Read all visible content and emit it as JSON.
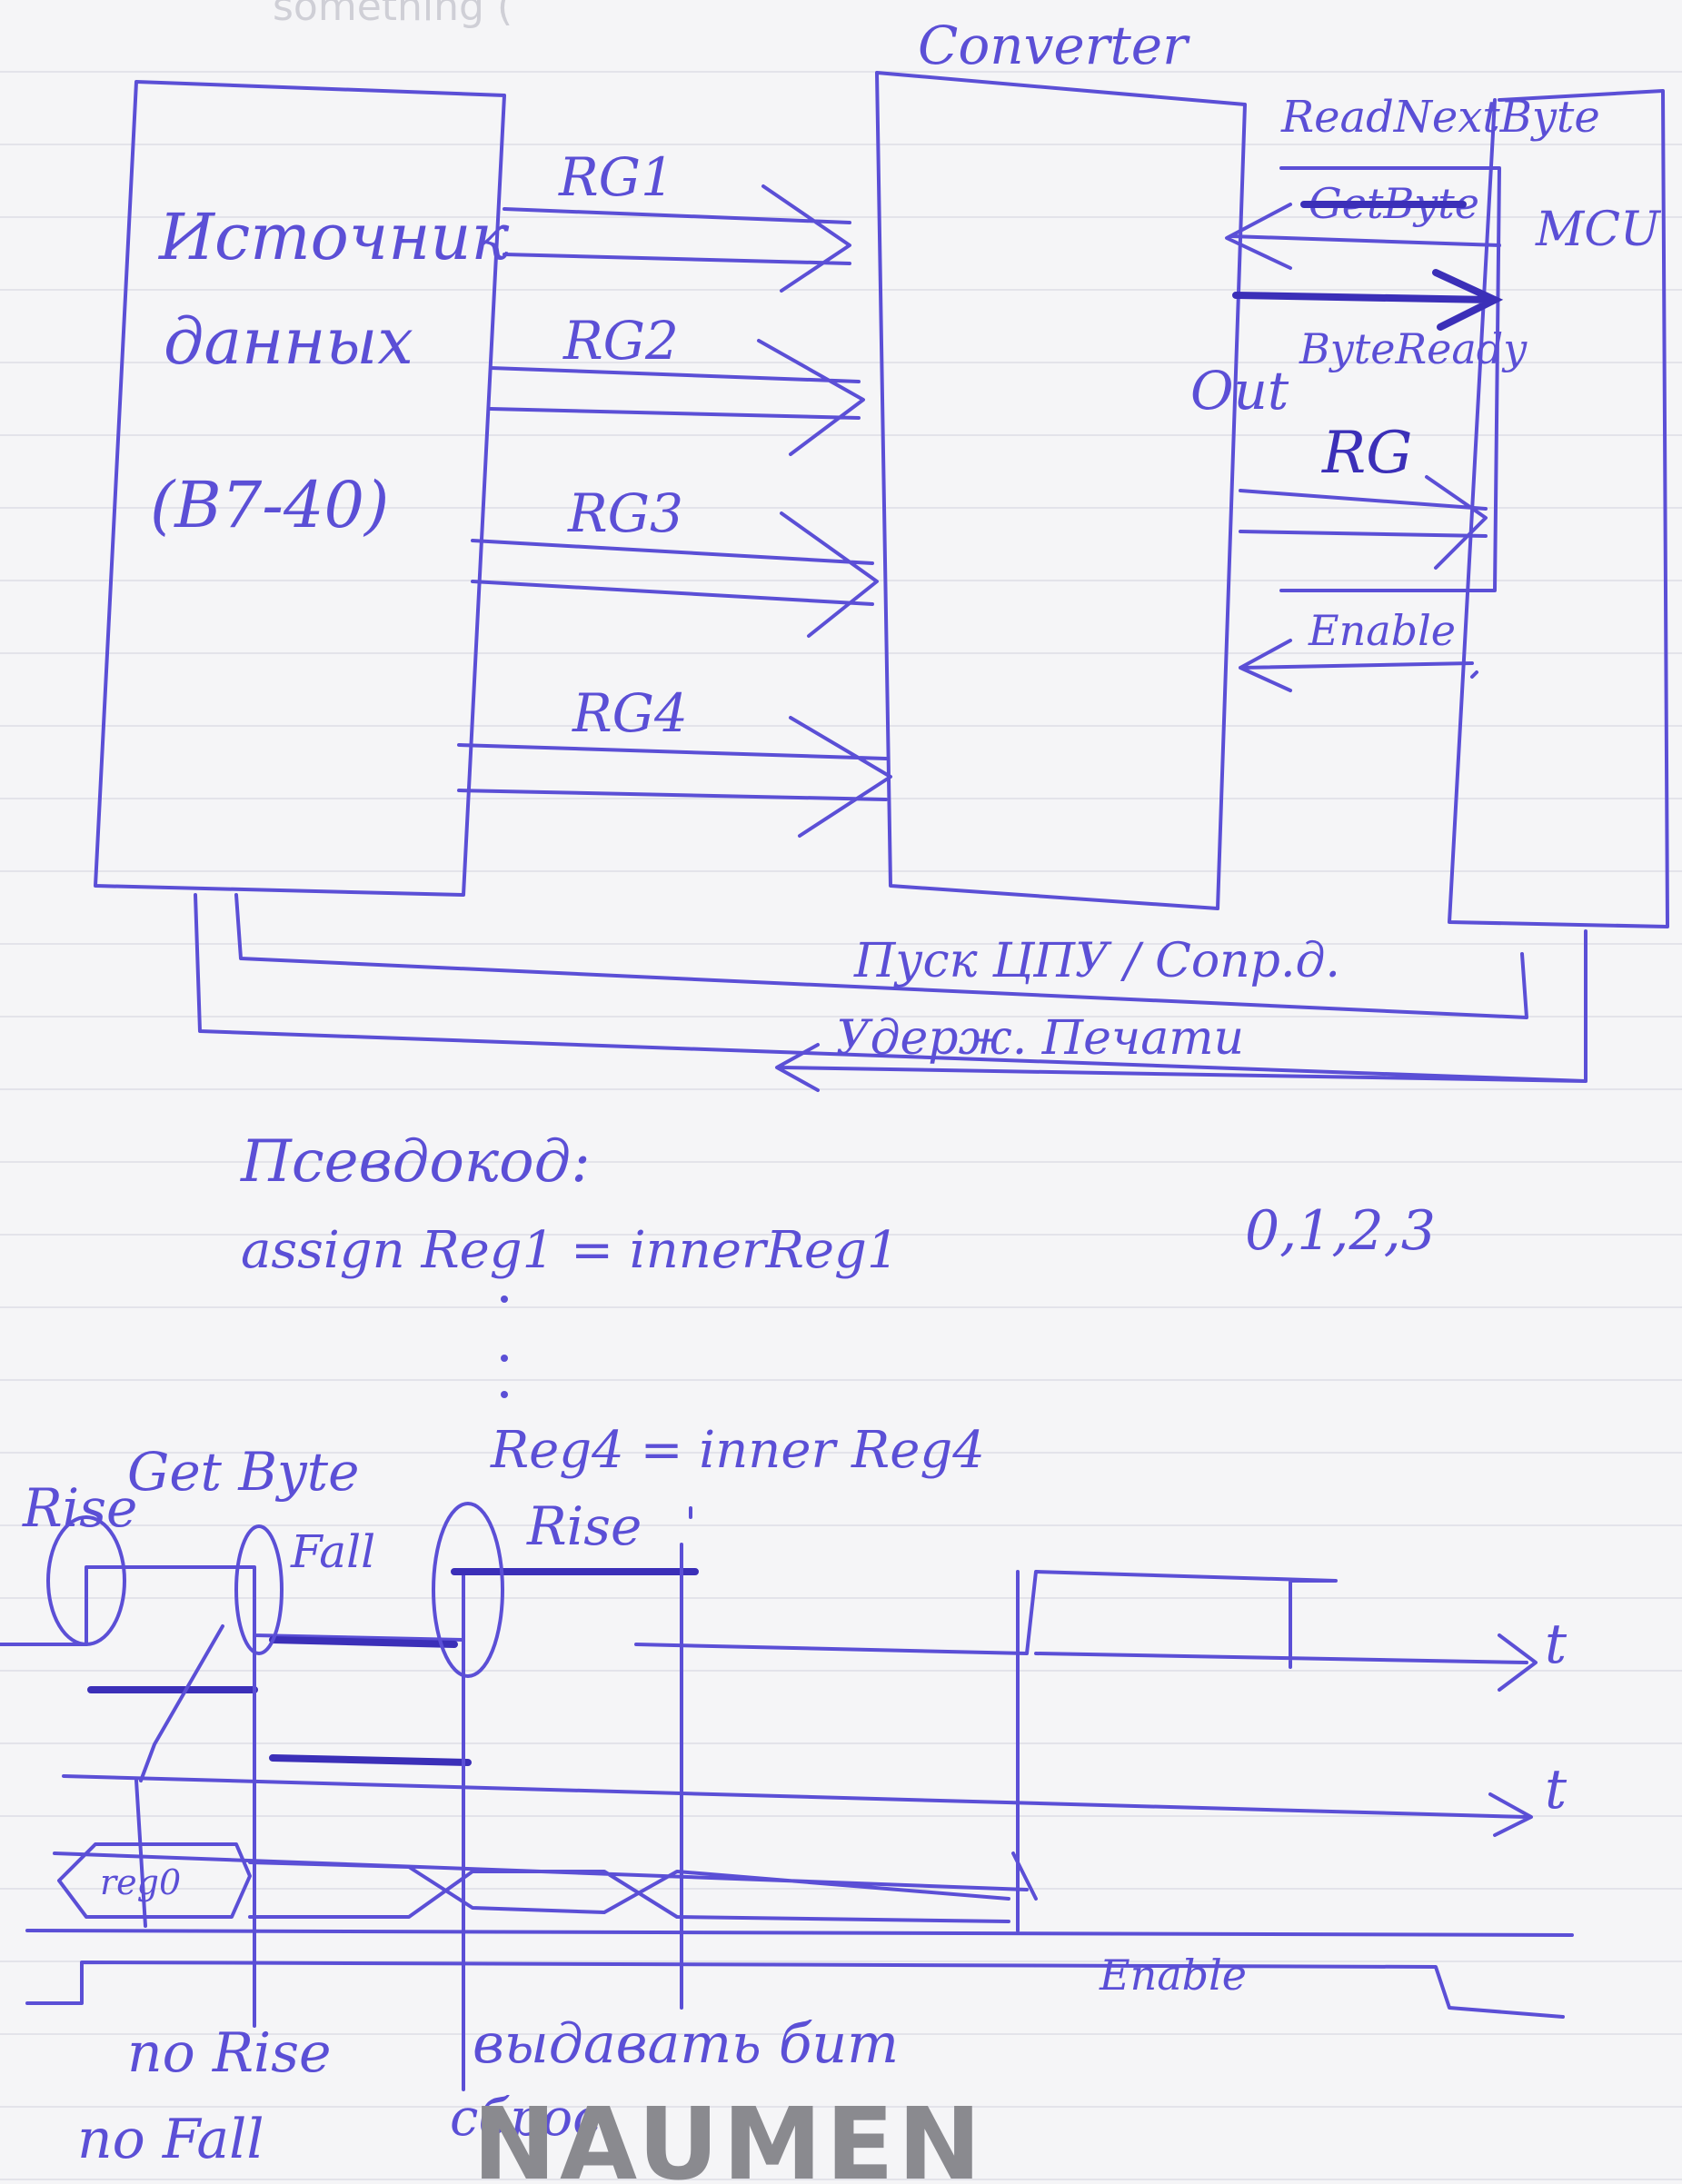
{
  "top_faint_text": "something (",
  "block_diagram": {
    "source_block": {
      "line1": "Источник",
      "line2": "данных",
      "line3": "(B7-40)"
    },
    "converter_title": "Converter",
    "buses": [
      "RG1",
      "RG2",
      "RG3",
      "RG4"
    ],
    "mcu_label": "MCU",
    "signals": {
      "read_next_byte": "ReadNextByte",
      "get_byte": "GetByte",
      "byte_ready": "ByteReady",
      "out_label": "Out",
      "out_rg": "RG",
      "enable": "Enable"
    },
    "feedback": {
      "line1": "Пуск ЦПУ / Сопр.д.",
      "line2": "Удерж. Печати"
    }
  },
  "pseudocode": {
    "title": "Псевдокод:",
    "line1": "assign Reg1 = innerReg1",
    "indices": "0,1,2,3",
    "line2": "Reg4 = inner Reg4"
  },
  "timing": {
    "rise_label": "Rise",
    "get_byte_label": "Get Byte",
    "fall_label": "Fall",
    "rise_label_2": "Rise",
    "t_label_1": "t",
    "t_label_2": "t",
    "bus_label": "reg0",
    "enable_label": "Enable",
    "note1": "по Rise",
    "note1_rest": "выдавать бит",
    "note2": "по Fall",
    "note2_rest": "сброс"
  },
  "watermark": "NAUMEN",
  "colors": {
    "ink": "#5b4fd6",
    "ink_dark": "#3b2fb8",
    "paper": "#f5f5f7"
  }
}
